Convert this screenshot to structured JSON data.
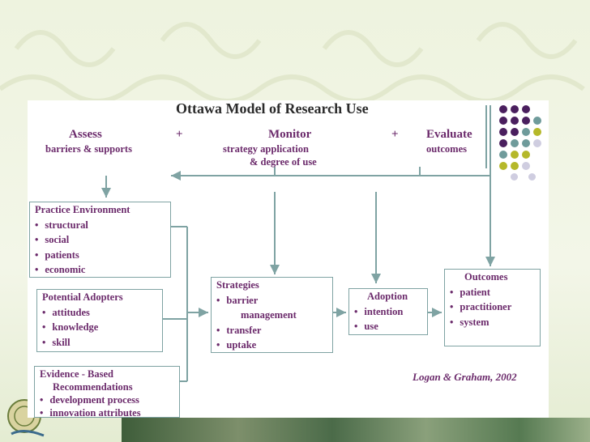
{
  "title": "Ottawa Model of Research Use",
  "phases": {
    "assess": {
      "label": "Assess",
      "sub": "barriers & supports"
    },
    "plus1": "+",
    "monitor": {
      "label": "Monitor",
      "sub1": "strategy application",
      "sub2": "& degree of use"
    },
    "plus2": "+",
    "evaluate": {
      "label": "Evaluate",
      "sub": "outcomes"
    }
  },
  "boxes": {
    "practice_environment": {
      "heading": "Practice Environment",
      "items": [
        "structural",
        "social",
        "patients",
        "economic"
      ]
    },
    "potential_adopters": {
      "heading": "Potential Adopters",
      "items": [
        "attitudes",
        "knowledge",
        "skill"
      ]
    },
    "evidence": {
      "heading1": "Evidence - Based",
      "heading2": "Recommendations",
      "items": [
        "development process",
        "innovation attributes"
      ]
    },
    "strategies": {
      "heading": "Strategies",
      "item1": "barrier",
      "item1_cont": "management",
      "item2": "transfer",
      "item3": "uptake"
    },
    "adoption": {
      "heading": "Adoption",
      "items": [
        "intention",
        "use"
      ]
    },
    "outcomes": {
      "heading": "Outcomes",
      "items": [
        "patient",
        "practitioner",
        "system"
      ]
    }
  },
  "citation": "Logan & Graham, 2002",
  "colors": {
    "text": "#6b2a6b",
    "arrow": "#7fa3a3",
    "dot_purple": "#4a1f5e",
    "dot_teal": "#6f9b9b",
    "dot_yellow": "#b5b82a",
    "dot_lavender": "#cfcde0"
  },
  "decor": {
    "dots_icon": "decorative-dot-grid",
    "logo_icon": "institution-seal"
  }
}
